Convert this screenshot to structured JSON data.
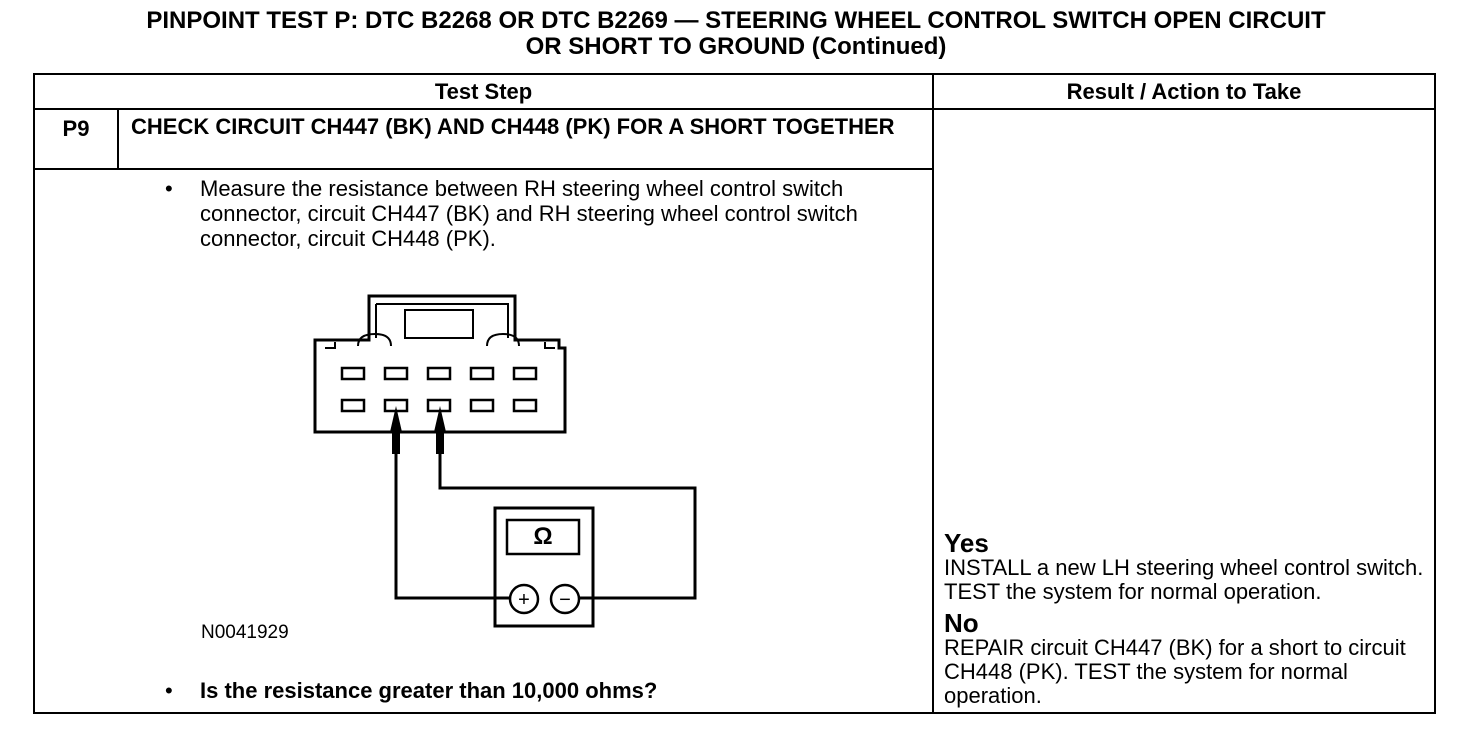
{
  "title": {
    "line1": "PINPOINT TEST  P: DTC B2268 OR DTC B2269 — STEERING WHEEL CONTROL SWITCH OPEN CIRCUIT",
    "line2": "OR SHORT TO GROUND (Continued)"
  },
  "table": {
    "col_test_step": "Test Step",
    "col_result": "Result / Action to Take"
  },
  "step": {
    "id": "P9",
    "heading": "CHECK CIRCUIT CH447 (BK) AND CH448 (PK) FOR A SHORT TOGETHER",
    "bullet_symbol": "•",
    "instruction": "Measure the resistance between RH steering wheel control switch connector, circuit CH447 (BK) and RH steering wheel control switch connector, circuit CH448 (PK).",
    "figure_id": "N0041929",
    "meter_symbol": "Ω",
    "meter_plus": "+",
    "meter_minus": "−",
    "question": "Is the resistance greater than 10,000 ohms?"
  },
  "results": [
    {
      "label": "Yes",
      "action": "INSTALL a new LH steering wheel control switch. TEST the system for normal operation."
    },
    {
      "label": "No",
      "action": "REPAIR circuit CH447 (BK) for a short to circuit CH448 (PK). TEST the system for normal operation."
    }
  ]
}
